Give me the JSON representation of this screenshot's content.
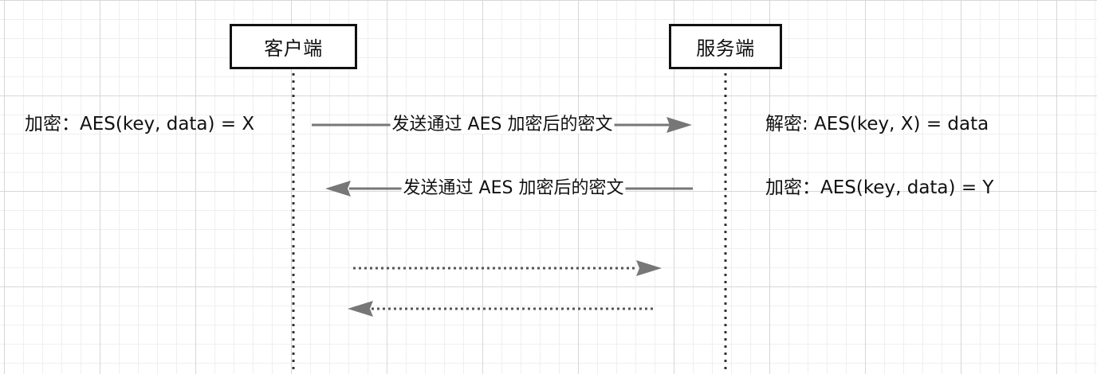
{
  "actors": {
    "client": "客户端",
    "server": "服务端"
  },
  "notes": {
    "client_encrypt": "加密：AES(key, data) = X",
    "server_decrypt": "解密: AES(key, X) = data",
    "server_encrypt": "加密：AES(key, data) = Y"
  },
  "messages": [
    {
      "label": "发送通过 AES 加密后的密文",
      "direction": "client-to-server",
      "style": "solid"
    },
    {
      "label": "发送通过 AES 加密后的密文",
      "direction": "server-to-client",
      "style": "solid"
    },
    {
      "label": "",
      "direction": "client-to-server",
      "style": "dotted"
    },
    {
      "label": "",
      "direction": "server-to-client",
      "style": "dotted"
    }
  ],
  "colors": {
    "lifeline": "#333333",
    "arrow": "#777777",
    "dotted_arrow": "#555555"
  }
}
